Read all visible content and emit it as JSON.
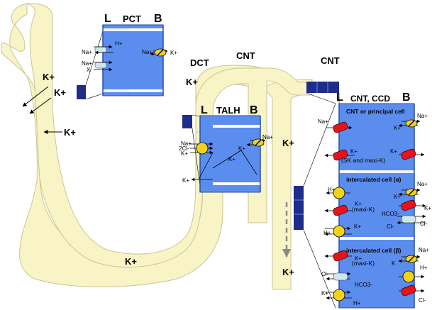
{
  "colors": {
    "tubule": "#f8f4c6",
    "tubule_stroke": "#c9c596",
    "cell": "#5b8def",
    "cell_dark": "#274eaa",
    "channel": "#e8121a",
    "pump": "#f3d21b",
    "exchanger": "#cfe7ef",
    "segment_block": "#1f2c8a"
  },
  "pct": {
    "title": "PCT",
    "lumen_side": "L",
    "blood_side": "B",
    "ions": {
      "na1": "Na+",
      "na2": "Na+",
      "x": "X",
      "h": "H+",
      "na_pump": "Na+",
      "k_pump": "K+"
    }
  },
  "talh": {
    "title": "TALH",
    "lumen_side": "L",
    "blood_side": "B",
    "ions": {
      "na": "Na+",
      "cl": "2Cl-",
      "k_cotrans": "K+",
      "k_lumen": "K+",
      "k_center": "K+",
      "na_pump": "Na+",
      "k_pump": "K+"
    }
  },
  "ccd": {
    "title": "CNT, CCD",
    "lumen_side": "L",
    "blood_side": "B",
    "principal": {
      "title": "CNT or principal cell",
      "subtitle": "(SK and maxi-K)",
      "ions": {
        "na_lumen": "Na+",
        "k_lumen": "K+",
        "na_pump": "Na+",
        "k_pump": "K+",
        "k_baso": "K+"
      }
    },
    "alpha": {
      "title": "intercalated cell (α)",
      "subtitle": "(maxi-K)",
      "ions": {
        "h_lumen": "H+",
        "k_maxi": "K+",
        "k_exch": "K+",
        "h_exch": "H+",
        "na_pump": "Na+",
        "k_pump": "K+",
        "k_baso": "K+",
        "hco3": "HCO3-",
        "cl_b": "Cl-",
        "cl_out": "Cl-"
      }
    },
    "beta": {
      "title": "intercalated cell (β)",
      "subtitle": "(maxi-K)",
      "ions": {
        "k_maxi": "K+",
        "cl_lumen": "Cl-",
        "hco3": "HCO3-",
        "k_exch": "K+",
        "h_exch": "H+",
        "na_pump": "Na+",
        "k_pump": "K",
        "h_baso": "H+",
        "cl_baso": "Cl-"
      }
    }
  },
  "labels": {
    "dct": "DCT",
    "cnt_mid": "CNT",
    "cnt_right": "CNT",
    "k_pct1": "K+",
    "k_pct2": "K+",
    "k_pct3": "K+",
    "k_dct": "K+",
    "k_loop": "K+",
    "k_ccd1": "K+",
    "k_ccd2": "K+"
  }
}
